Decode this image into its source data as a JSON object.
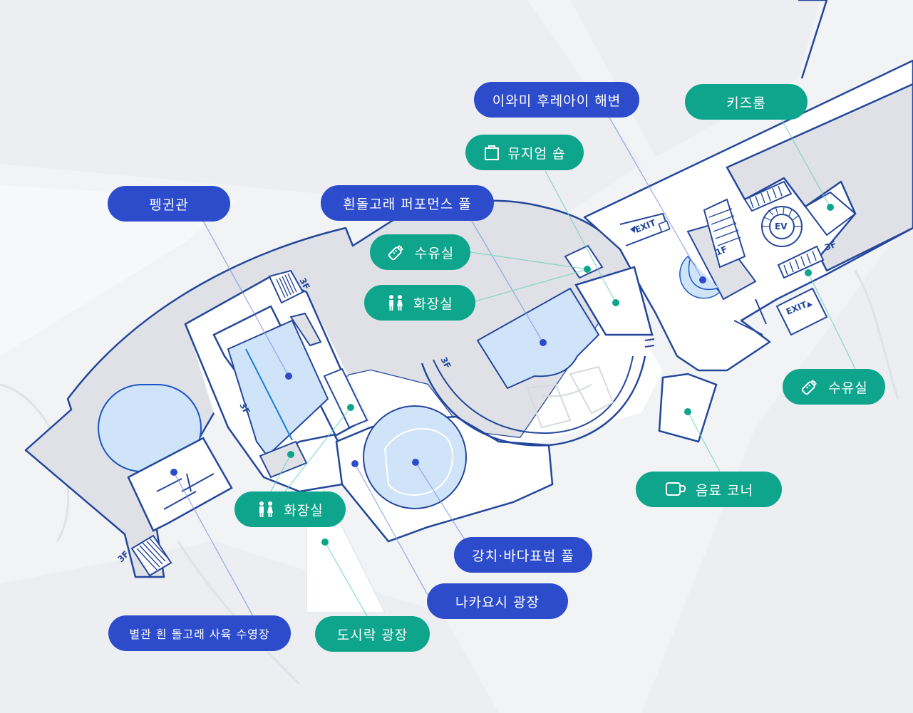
{
  "colors": {
    "blue_label": "#2d4ccb",
    "green_label": "#0fa58c",
    "wall": "#23479c",
    "pool": "#cfe4f9",
    "building_fill": "#dfe1e6",
    "floor": "#ffffff"
  },
  "labels": [
    {
      "id": "iwami-beach",
      "text": "이와미 후레아이 해변",
      "color": "blue",
      "icon": null
    },
    {
      "id": "kids-room",
      "text": "키즈룸",
      "color": "green",
      "icon": null
    },
    {
      "id": "museum-shop",
      "text": "뮤지엄 숍",
      "color": "green",
      "icon": "shopping-bag-icon"
    },
    {
      "id": "penguin-hall",
      "text": "펭귄관",
      "color": "blue",
      "icon": null
    },
    {
      "id": "beluga-pool",
      "text": "흰돌고래 퍼포먼스 풀",
      "color": "blue",
      "icon": null
    },
    {
      "id": "nursing-room-1",
      "text": "수유실",
      "color": "green",
      "icon": "baby-bottle-icon"
    },
    {
      "id": "restroom-1",
      "text": "화장실",
      "color": "green",
      "icon": "restroom-icon"
    },
    {
      "id": "nursing-room-2",
      "text": "수유실",
      "color": "green",
      "icon": "baby-bottle-icon"
    },
    {
      "id": "drink-corner",
      "text": "음료 코너",
      "color": "green",
      "icon": "coffee-cup-icon"
    },
    {
      "id": "restroom-2",
      "text": "화장실",
      "color": "green",
      "icon": "restroom-icon"
    },
    {
      "id": "seal-pool",
      "text": "강치·바다표범 풀",
      "color": "blue",
      "icon": null
    },
    {
      "id": "nakayoshi-plaza",
      "text": "나카요시 광장",
      "color": "blue",
      "icon": null
    },
    {
      "id": "annex-beluga-pool",
      "text": "별관 흰 돌고래 사육 수영장",
      "color": "blue",
      "icon": null
    },
    {
      "id": "lunchbox-plaza",
      "text": "도시락 광장",
      "color": "green",
      "icon": null
    }
  ],
  "map_marks": {
    "exit_labels": [
      "EXIT",
      "EXIT"
    ],
    "floor_labels": [
      "3F",
      "3F",
      "3F",
      "3F",
      "1F",
      "3F"
    ],
    "elevator_label": "EV"
  }
}
